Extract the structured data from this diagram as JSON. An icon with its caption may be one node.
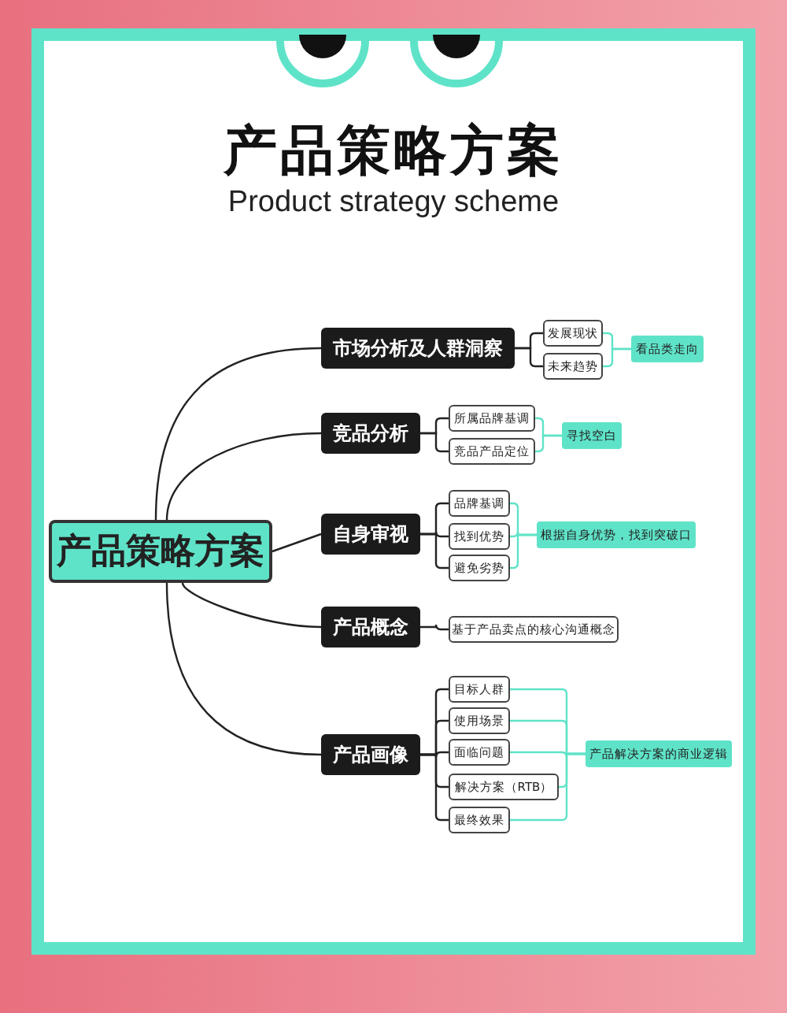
{
  "diagram": {
    "title": "产品策略方案",
    "nodes": [
      {
        "text": [
          "产品策略方案"
        ]
      },
      {
        "text": [
          "市场分析及人群洞察"
        ]
      },
      {
        "text": [
          "发展现状"
        ]
      },
      {
        "text": [
          "未来趋势"
        ]
      },
      {
        "text": [
          "看品类走向"
        ]
      },
      {
        "text": [
          "竞品分析"
        ]
      },
      {
        "text": [
          "所属品牌基调"
        ]
      },
      {
        "text": [
          "竞品产品定位"
        ]
      },
      {
        "text": [
          "寻找空白"
        ]
      },
      {
        "text": [
          "自身审视"
        ]
      },
      {
        "text": [
          "品牌基调"
        ]
      },
      {
        "text": [
          "找到优势"
        ]
      },
      {
        "text": [
          "避免劣势"
        ]
      },
      {
        "text": [
          "根据自身优势，找到突破口"
        ]
      },
      {
        "text": [
          "产品概念"
        ]
      },
      {
        "text": [
          "基于产品卖点的核心沟通概念"
        ]
      },
      {
        "text": [
          "产品画像"
        ]
      },
      {
        "text": [
          "目标人群"
        ]
      },
      {
        "text": [
          "使用场景"
        ]
      },
      {
        "text": [
          "面临问题"
        ]
      },
      {
        "text": [
          "解决方案（RTB）"
        ]
      },
      {
        "text": [
          "最终效果"
        ]
      },
      {
        "text": [
          "产品解决方案的商业逻辑"
        ]
      }
    ],
    "edges": [
      {
        "from": 0,
        "to": 1,
        "arrow": "none"
      },
      {
        "from": 0,
        "to": 5,
        "arrow": "none"
      },
      {
        "from": 0,
        "to": 9,
        "arrow": "none"
      },
      {
        "from": 0,
        "to": 14,
        "arrow": "none"
      },
      {
        "from": 0,
        "to": 16,
        "arrow": "none"
      },
      {
        "from": 1,
        "to": 2,
        "arrow": "none"
      },
      {
        "from": 1,
        "to": 3,
        "arrow": "none"
      },
      {
        "from": 2,
        "to": 4,
        "arrow": "none",
        "color": "#5fe3c8"
      },
      {
        "from": 3,
        "to": 4,
        "arrow": "none",
        "color": "#5fe3c8"
      },
      {
        "from": 5,
        "to": 6,
        "arrow": "none"
      },
      {
        "from": 5,
        "to": 7,
        "arrow": "none"
      },
      {
        "from": 6,
        "to": 8,
        "arrow": "none",
        "color": "#5fe3c8"
      },
      {
        "from": 7,
        "to": 8,
        "arrow": "none",
        "color": "#5fe3c8"
      },
      {
        "from": 9,
        "to": 10,
        "arrow": "none"
      },
      {
        "from": 9,
        "to": 11,
        "arrow": "none"
      },
      {
        "from": 9,
        "to": 12,
        "arrow": "none"
      },
      {
        "from": 10,
        "to": 13,
        "arrow": "none",
        "color": "#5fe3c8"
      },
      {
        "from": 11,
        "to": 13,
        "arrow": "none",
        "color": "#5fe3c8"
      },
      {
        "from": 12,
        "to": 13,
        "arrow": "none",
        "color": "#5fe3c8"
      },
      {
        "from": 14,
        "to": 15,
        "arrow": "none"
      },
      {
        "from": 16,
        "to": 17,
        "arrow": "none"
      },
      {
        "from": 16,
        "to": 18,
        "arrow": "none"
      },
      {
        "from": 16,
        "to": 19,
        "arrow": "none"
      },
      {
        "from": 16,
        "to": 20,
        "arrow": "none"
      },
      {
        "from": 16,
        "to": 21,
        "arrow": "none"
      },
      {
        "from": 17,
        "to": 22,
        "arrow": "none",
        "color": "#5fe3c8"
      },
      {
        "from": 18,
        "to": 22,
        "arrow": "none",
        "color": "#5fe3c8"
      },
      {
        "from": 19,
        "to": 22,
        "arrow": "none",
        "color": "#5fe3c8"
      },
      {
        "from": 20,
        "to": 22,
        "arrow": "none",
        "color": "#5fe3c8"
      },
      {
        "from": 21,
        "to": 22,
        "arrow": "none",
        "color": "#5fe3c8"
      }
    ],
    "labels": [
      "Product strategy scheme"
    ]
  }
}
